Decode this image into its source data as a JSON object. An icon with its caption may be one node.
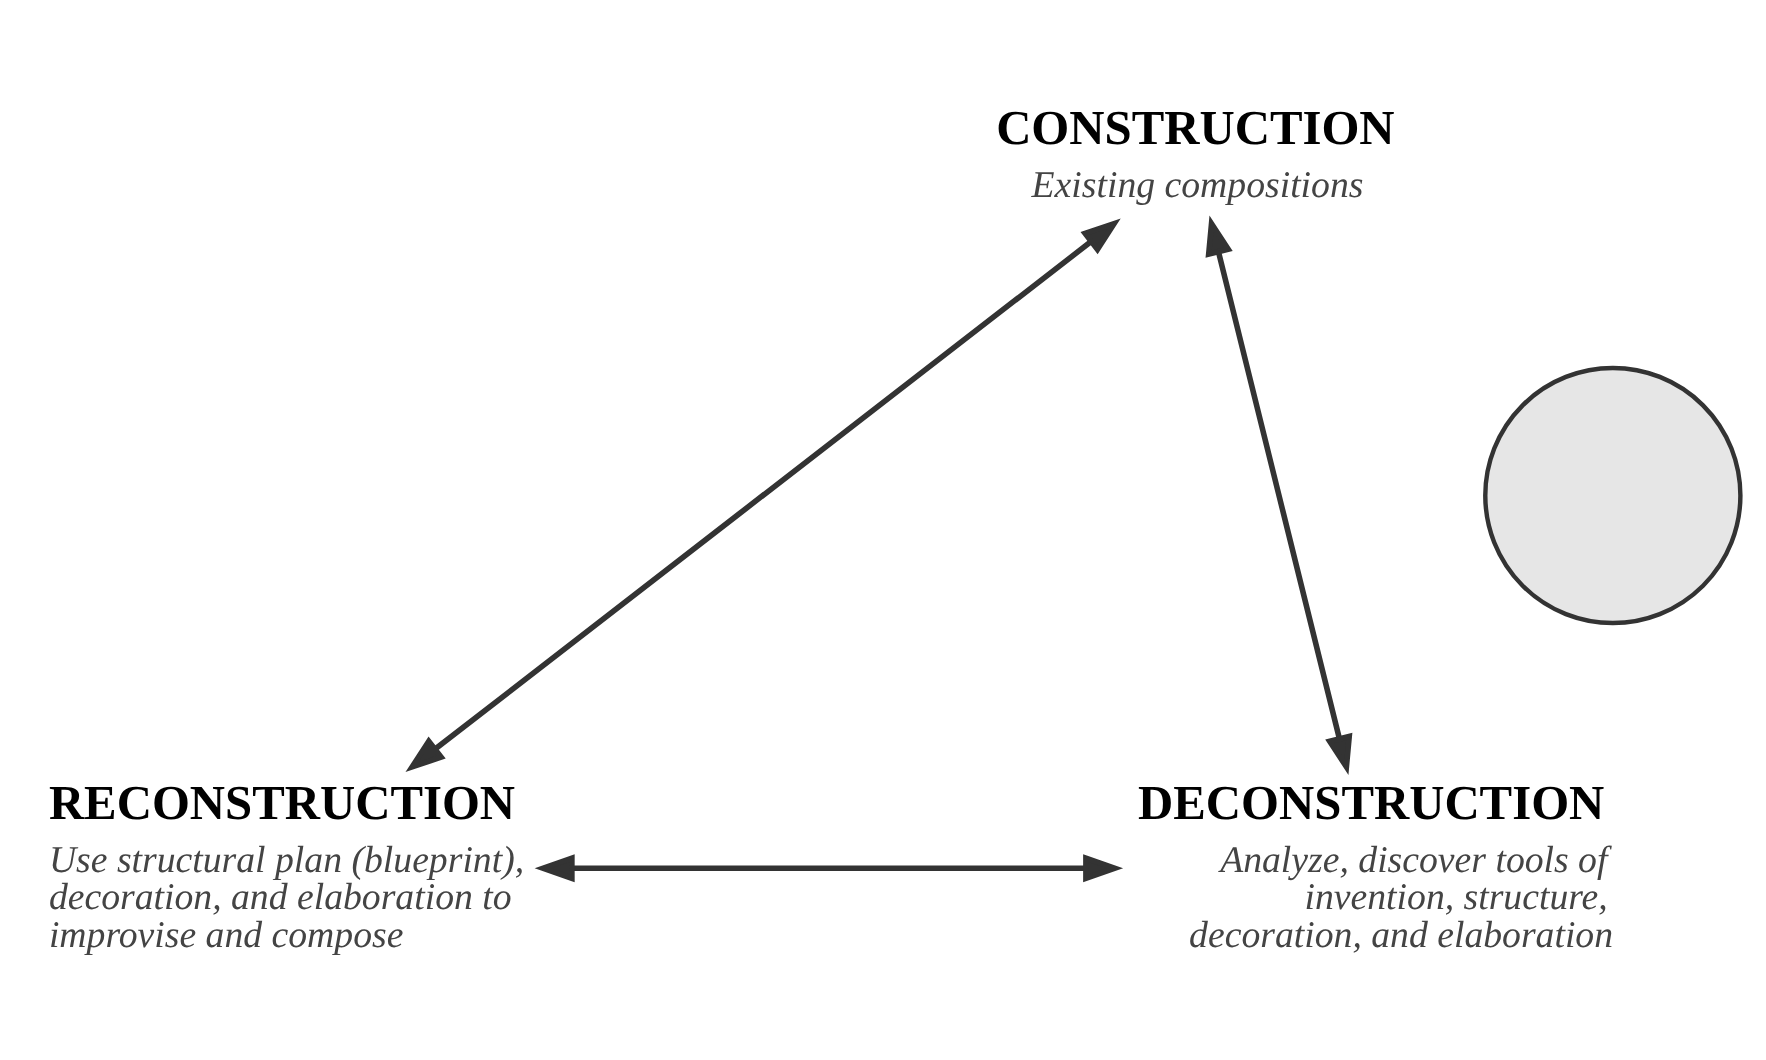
{
  "diagram": {
    "nodes": [
      {
        "text": [
          "CONSTRUCTION",
          "Existing compositions"
        ]
      },
      {
        "text": [
          "RECONSTRUCTION",
          "Use structural plan (blueprint), decoration, and elaboration to improvise and compose"
        ]
      },
      {
        "text": [
          "DECONSTRUCTION",
          "Analyze, discover tools of invention, structure, decoration, and elaboration"
        ]
      },
      {
        "text": [],
        "shape": "circle"
      }
    ],
    "edges": [
      {
        "from": 0,
        "to": 1,
        "arrow": "both"
      },
      {
        "from": 0,
        "to": 2,
        "arrow": "both"
      },
      {
        "from": 1,
        "to": 2,
        "arrow": "both"
      }
    ]
  }
}
